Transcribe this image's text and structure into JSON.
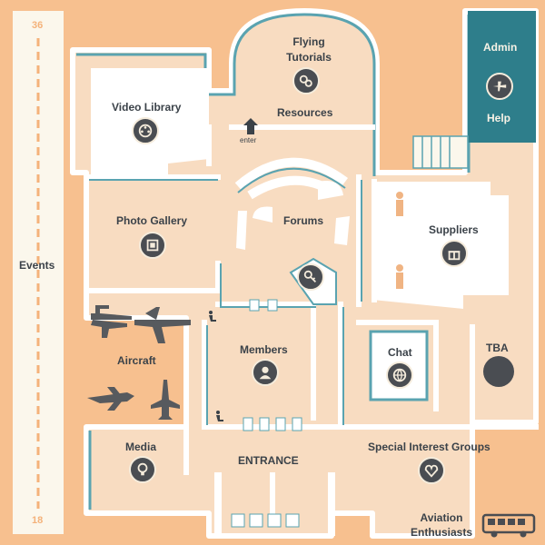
{
  "runway": {
    "top_number": "36",
    "label": "Events",
    "bottom_number": "18"
  },
  "rooms": {
    "flying_tutorials": "Flying\nTutorials",
    "resources": "Resources",
    "enter_sign": "enter",
    "admin": "Admin",
    "help": "Help",
    "video_library": "Video Library",
    "photo_gallery": "Photo Gallery",
    "forums": "Forums",
    "suppliers": "Suppliers",
    "aircraft": "Aircraft",
    "members": "Members",
    "chat": "Chat",
    "tba": "TBA",
    "media": "Media",
    "entrance": "ENTRANCE",
    "special_interest_groups": "Special Interest Groups",
    "aviation_enthusiasts": "Aviation\nEnthusiasts"
  },
  "icons": {
    "flying_tutorials": "gears-icon",
    "admin_help": "airplane-icon",
    "video_library": "film-reel-icon",
    "photo_gallery": "picture-frame-icon",
    "forums": "key-icon",
    "suppliers": "gift-box-icon",
    "members": "portrait-icon",
    "chat": "globe-icon",
    "tba": "blank-circle-icon",
    "media": "light-bulb-icon",
    "special_interest_groups": "heart-icon",
    "aviation_enthusiasts": "bus-icon"
  },
  "colors": {
    "background": "#f7c08f",
    "floor": "#f8dcc1",
    "wall": "#ffffff",
    "wall_shadow": "#5aa3b0",
    "admin_panel": "#2e7e8b",
    "icon_fill": "#4a4d52",
    "silhouette": "#575a5e",
    "runway_dash": "#f4b27a"
  }
}
